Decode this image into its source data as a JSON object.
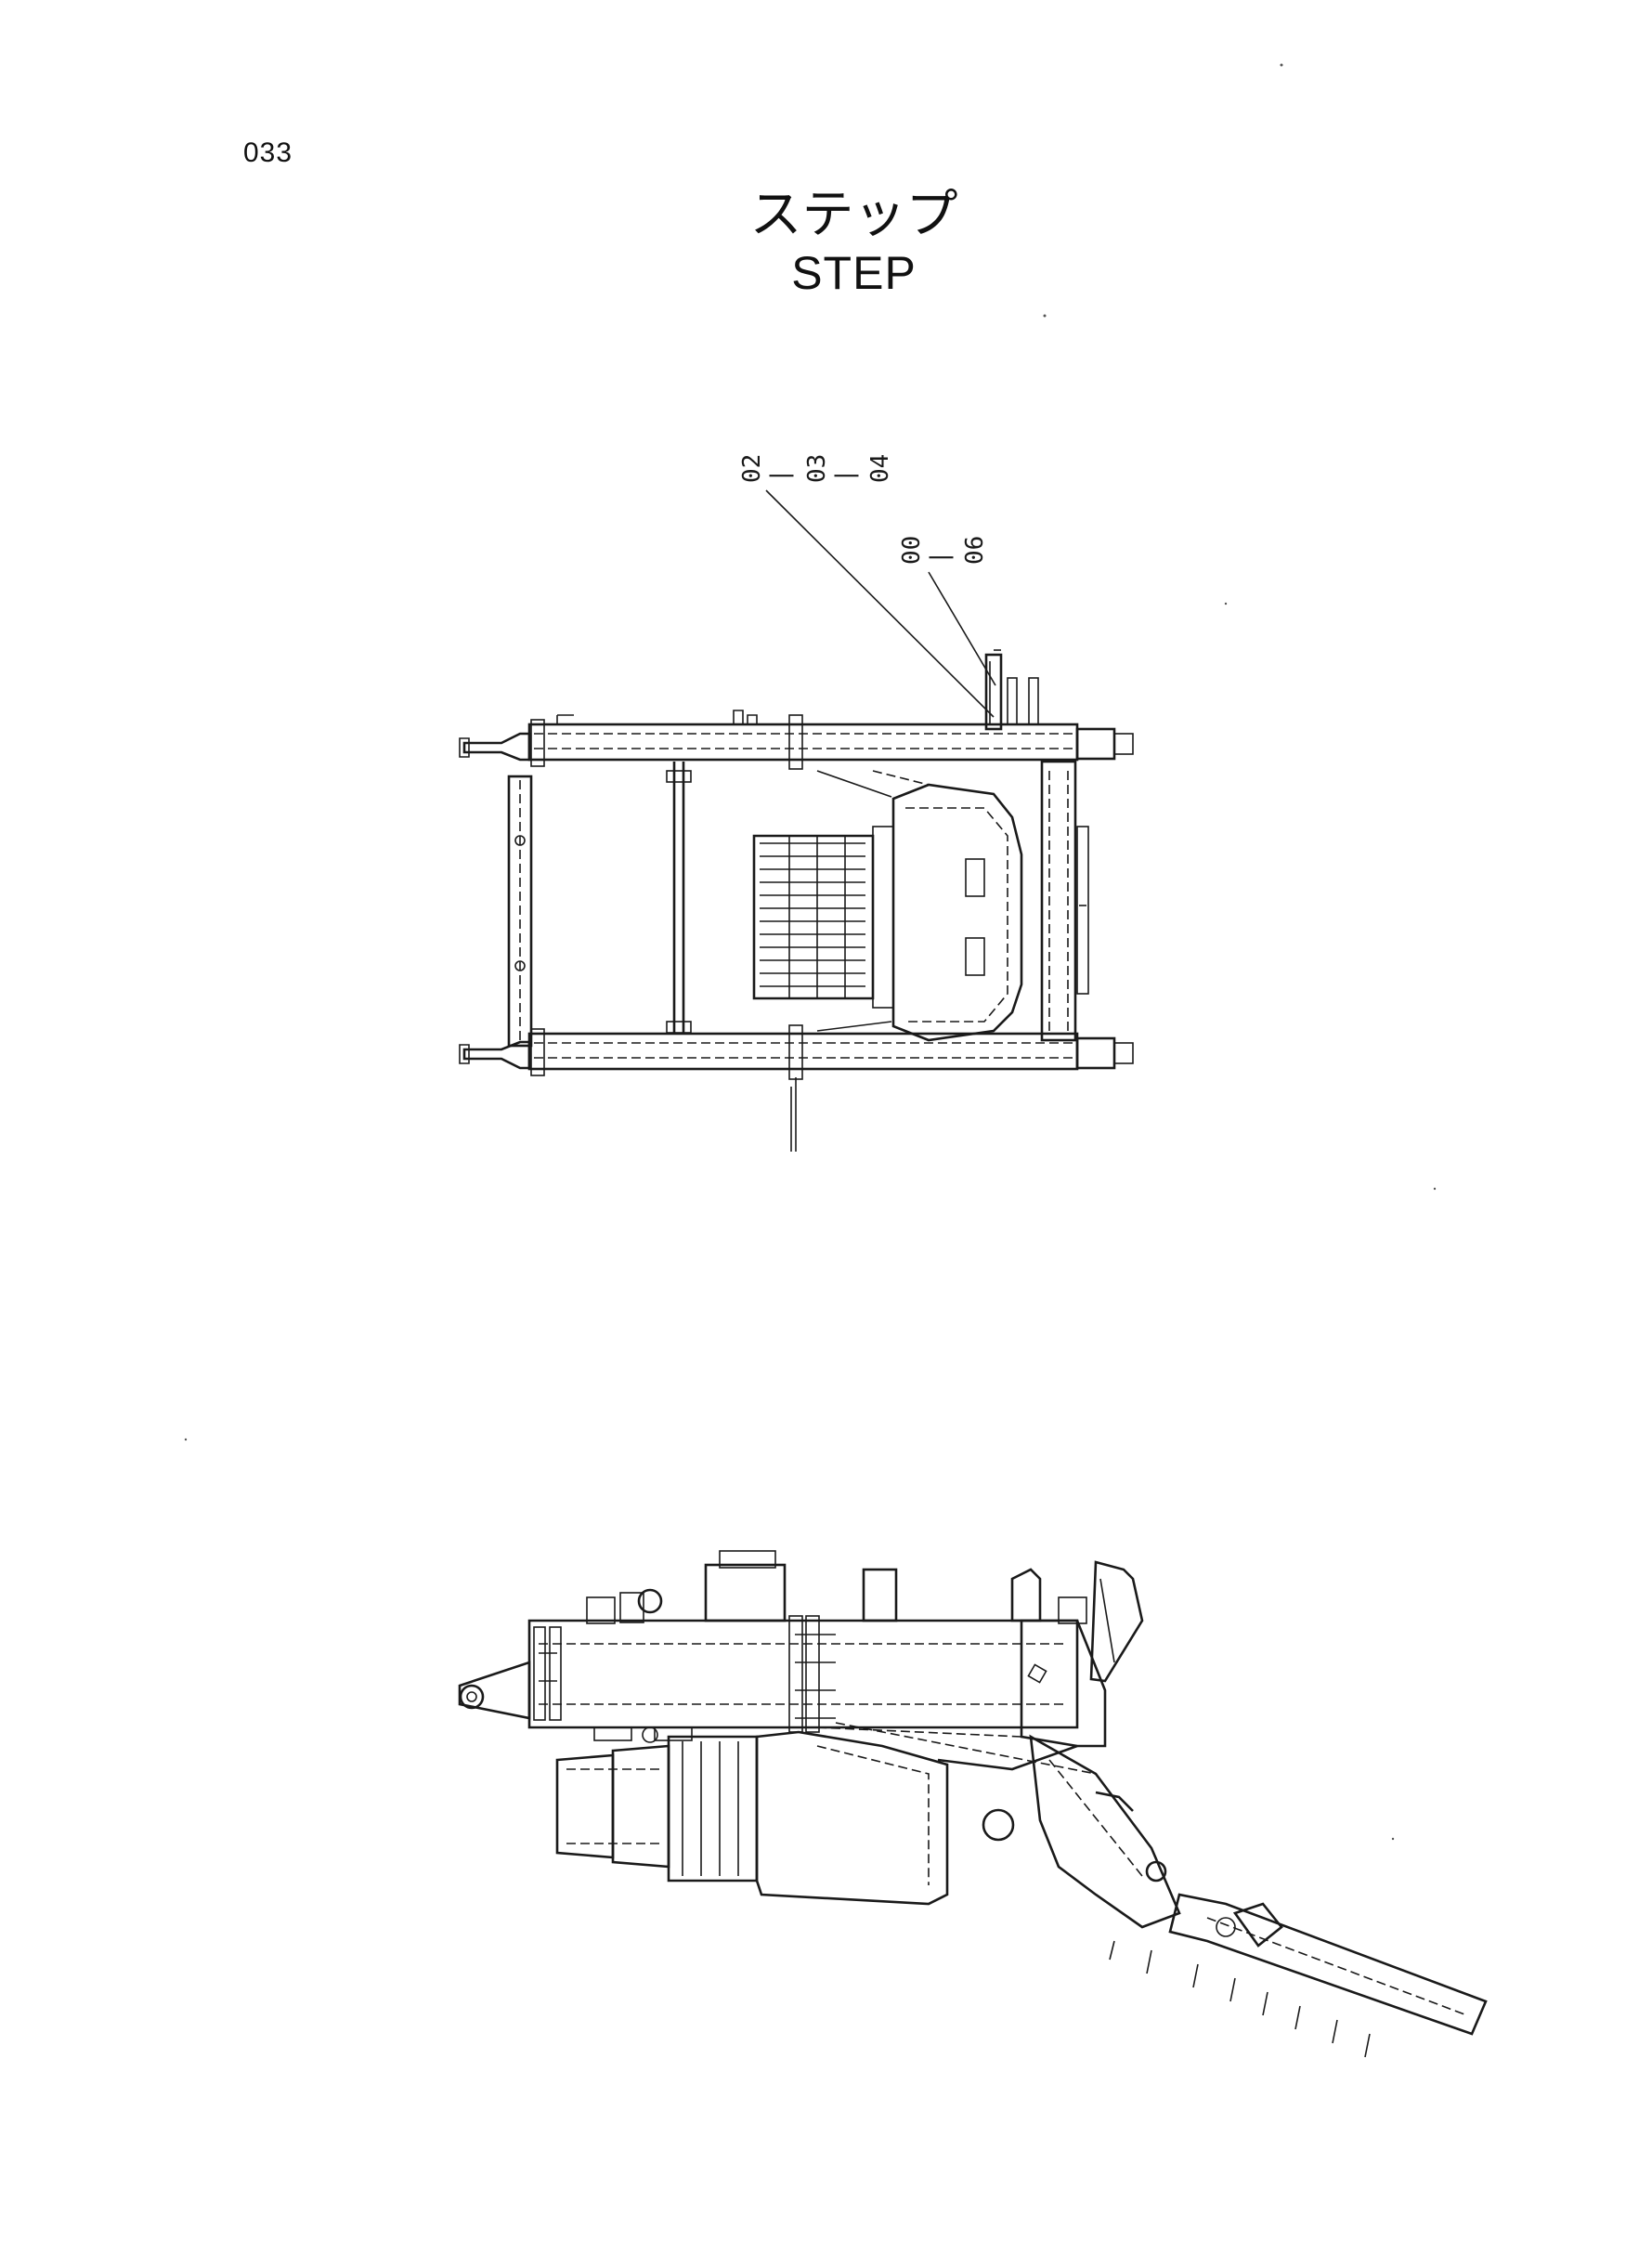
{
  "page": {
    "number": "033"
  },
  "title": {
    "japanese": "ステップ",
    "english": "STEP"
  },
  "diagram": {
    "callouts": [
      {
        "id": "c02",
        "label": "02"
      },
      {
        "id": "c03",
        "label": "03"
      },
      {
        "id": "c04",
        "label": "04"
      },
      {
        "id": "c00",
        "label": "00"
      },
      {
        "id": "c06",
        "label": "06"
      }
    ],
    "callout_separator": "|"
  }
}
